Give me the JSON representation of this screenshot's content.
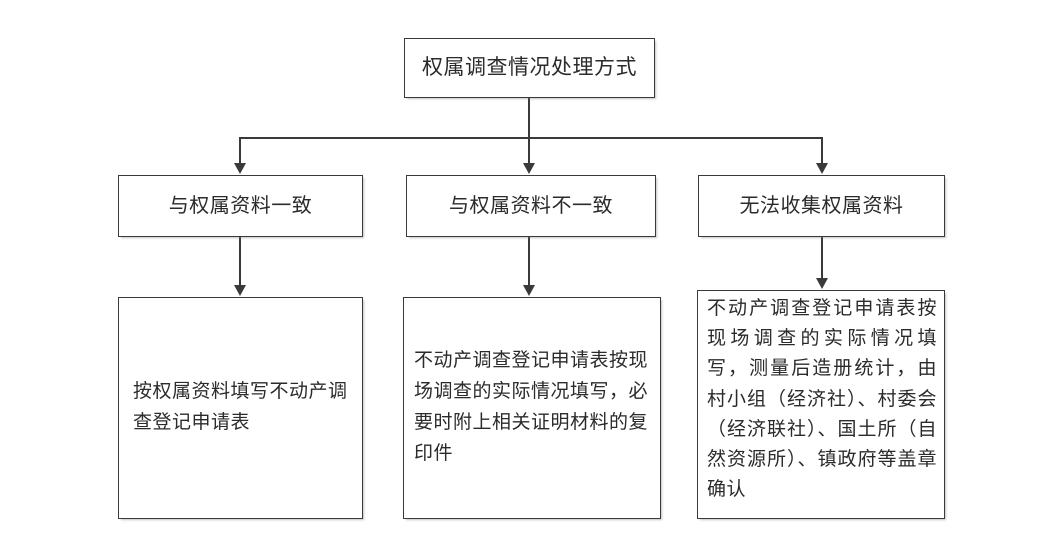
{
  "diagram": {
    "title": "权属调查情况处理方式",
    "type": "flowchart",
    "orientation": "top-down",
    "colors": {
      "border": "#3a3a3a",
      "background": "#ffffff",
      "text": "#2b2b2b",
      "connector": "#3a3a3a"
    },
    "root": {
      "label": "权属调查情况处理方式"
    },
    "branches": [
      {
        "condition": "与权属资料一致",
        "action": "按权属资料填写不动产调查登记申请表"
      },
      {
        "condition": "与权属资料不一致",
        "action": "不动产调查登记申请表按现场调查的实际情况填写，必要时附上相关证明材料的复印件"
      },
      {
        "condition": "无法收集权属资料",
        "action": "不动产调查登记申请表按现场调查的实际情况填写，测量后造册统计，由村小组（经济社）、村委会（经济联社）、国土所（自然资源所）、镇政府等盖章确认"
      }
    ]
  }
}
